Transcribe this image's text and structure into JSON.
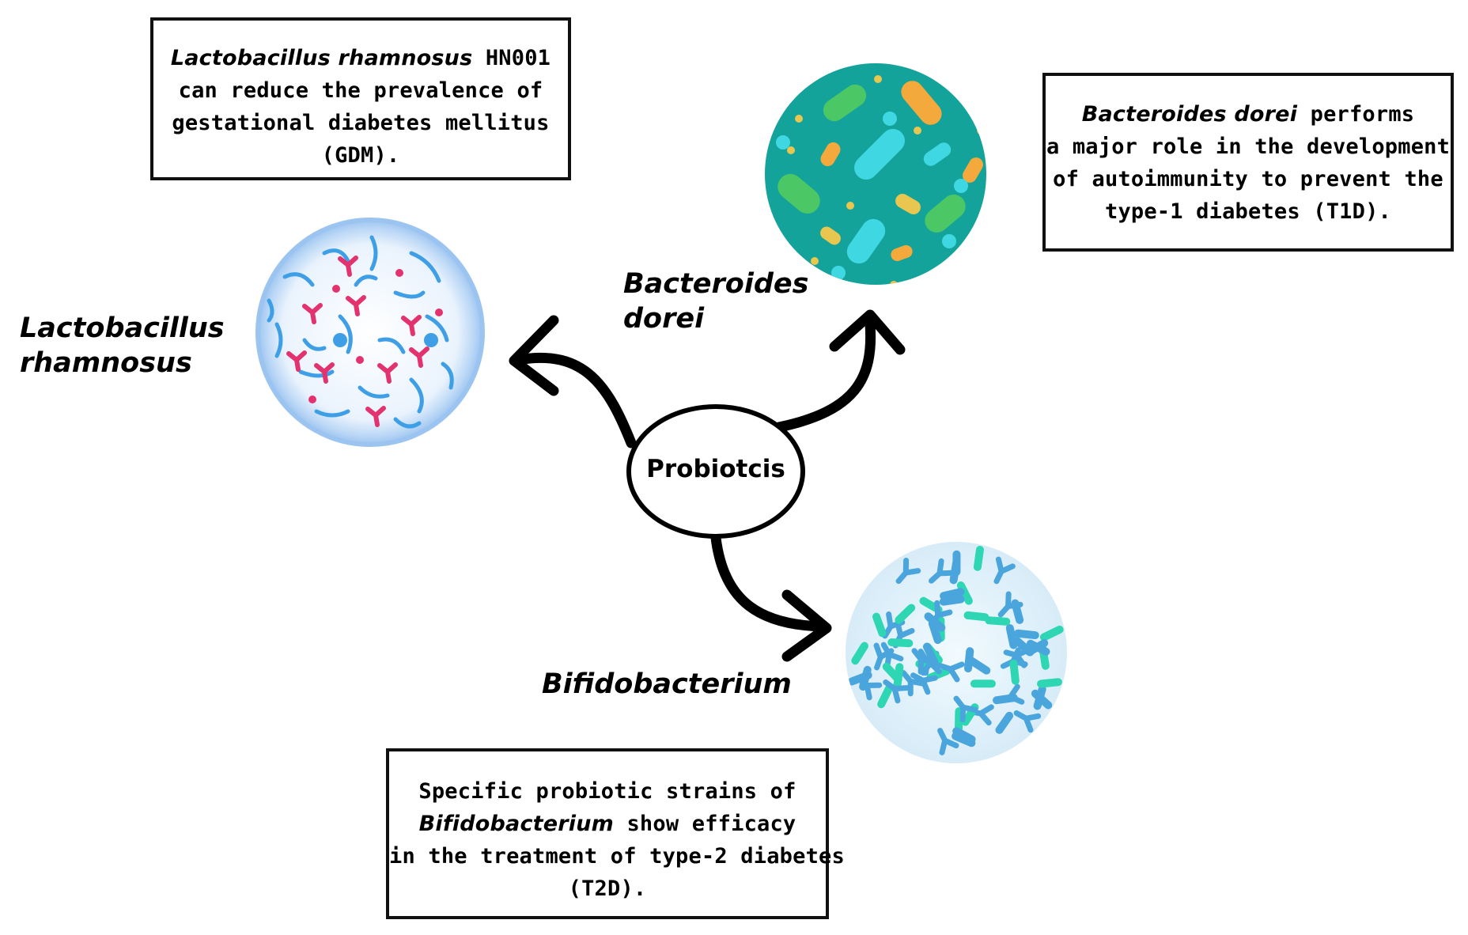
{
  "hub": {
    "label": "Probiotcis"
  },
  "bacteria": {
    "lactobacillus": {
      "label_line1": "Lactobacillus",
      "label_line2": "rhamnosus",
      "icon": "lactobacillus-culture-icon"
    },
    "bacteroides": {
      "label_line1": "Bacteroides",
      "label_line2": "dorei",
      "icon": "bacteroides-culture-icon"
    },
    "bifidobacterium": {
      "label": "Bifidobacterium",
      "icon": "bifidobacterium-culture-icon"
    }
  },
  "boxes": {
    "lactobacillus": {
      "line1_italic": "Lactobacillus rhamnosus",
      "line1_rest": " HN001",
      "line2": "can reduce the prevalence of",
      "line3": "gestational diabetes mellitus",
      "line4": "(GDM)."
    },
    "bacteroides": {
      "line1_italic": "Bacteroides dorei",
      "line1_rest": " performs",
      "line2": "a major role in the development",
      "line3": "of autoimmunity to prevent the",
      "line4": "type-1 diabetes (T1D)."
    },
    "bifidobacterium": {
      "line1": "Specific probiotic strains of",
      "line2_italic": "Bifidobacterium",
      "line2_rest": " show efficacy",
      "line3": "in the treatment of type-2 diabetes",
      "line4": "(T2D)."
    }
  },
  "colors": {
    "lacto_fill": "#d6e8fb",
    "lacto_rim": "#9cc4f0",
    "lacto_blue": "#3f9fe6",
    "lacto_pink": "#e2336e",
    "bact_bg": "#13a39a",
    "bact_green": "#4cc766",
    "bact_orange": "#f3a93c",
    "bact_cyan": "#3fd8e2",
    "bact_yellow": "#e9c64f",
    "bifido_fill": "#e4f3fb",
    "bifido_blue": "#4aa5dd",
    "bifido_teal": "#2fd6b4"
  }
}
